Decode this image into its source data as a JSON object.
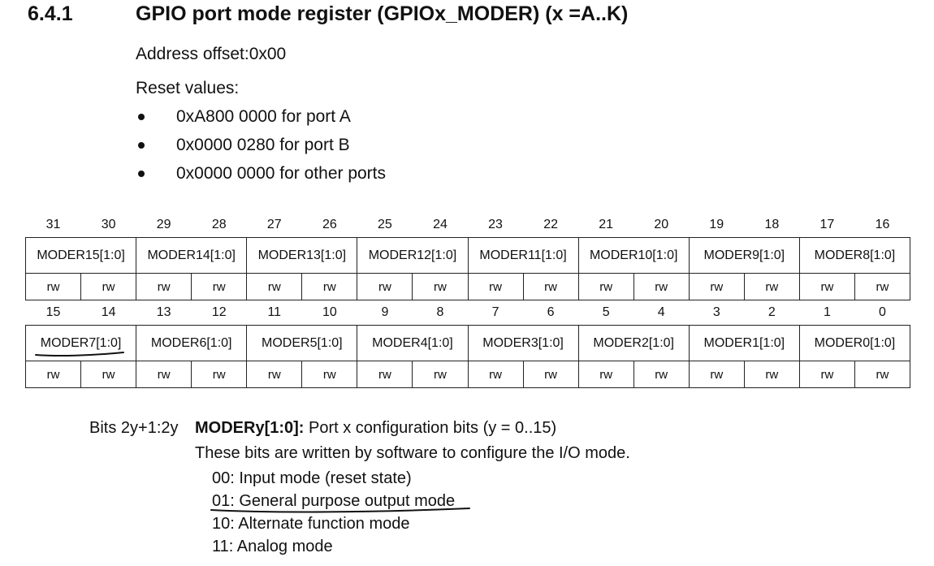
{
  "section": {
    "number": "6.4.1",
    "title": "GPIO port mode register (GPIOx_MODER) (x =A..K)",
    "address_offset": "Address offset:0x00",
    "reset_label": "Reset values:",
    "reset_values": [
      "0xA800 0000 for port A",
      "0x0000 0280 for port B",
      "0x0000 0000 for other ports"
    ]
  },
  "register": {
    "upper": {
      "bits": [
        "31",
        "30",
        "29",
        "28",
        "27",
        "26",
        "25",
        "24",
        "23",
        "22",
        "21",
        "20",
        "19",
        "18",
        "17",
        "16"
      ],
      "fields": [
        "MODER15[1:0]",
        "MODER14[1:0]",
        "MODER13[1:0]",
        "MODER12[1:0]",
        "MODER11[1:0]",
        "MODER10[1:0]",
        "MODER9[1:0]",
        "MODER8[1:0]"
      ],
      "access": [
        "rw",
        "rw",
        "rw",
        "rw",
        "rw",
        "rw",
        "rw",
        "rw",
        "rw",
        "rw",
        "rw",
        "rw",
        "rw",
        "rw",
        "rw",
        "rw"
      ]
    },
    "lower": {
      "bits": [
        "15",
        "14",
        "13",
        "12",
        "11",
        "10",
        "9",
        "8",
        "7",
        "6",
        "5",
        "4",
        "3",
        "2",
        "1",
        "0"
      ],
      "fields": [
        "MODER7[1:0]",
        "MODER6[1:0]",
        "MODER5[1:0]",
        "MODER4[1:0]",
        "MODER3[1:0]",
        "MODER2[1:0]",
        "MODER1[1:0]",
        "MODER0[1:0]"
      ],
      "access": [
        "rw",
        "rw",
        "rw",
        "rw",
        "rw",
        "rw",
        "rw",
        "rw",
        "rw",
        "rw",
        "rw",
        "rw",
        "rw",
        "rw",
        "rw",
        "rw"
      ]
    }
  },
  "description": {
    "bits_label": "Bits 2y+1:2y",
    "field_name": "MODERy[1:0]:",
    "field_summary": "Port x configuration bits (y = 0..15)",
    "line": "These bits are written by software to configure the I/O mode.",
    "options": [
      "00: Input mode (reset state)",
      "01: General purpose output mode",
      "10: Alternate function mode",
      "11: Analog mode"
    ]
  }
}
